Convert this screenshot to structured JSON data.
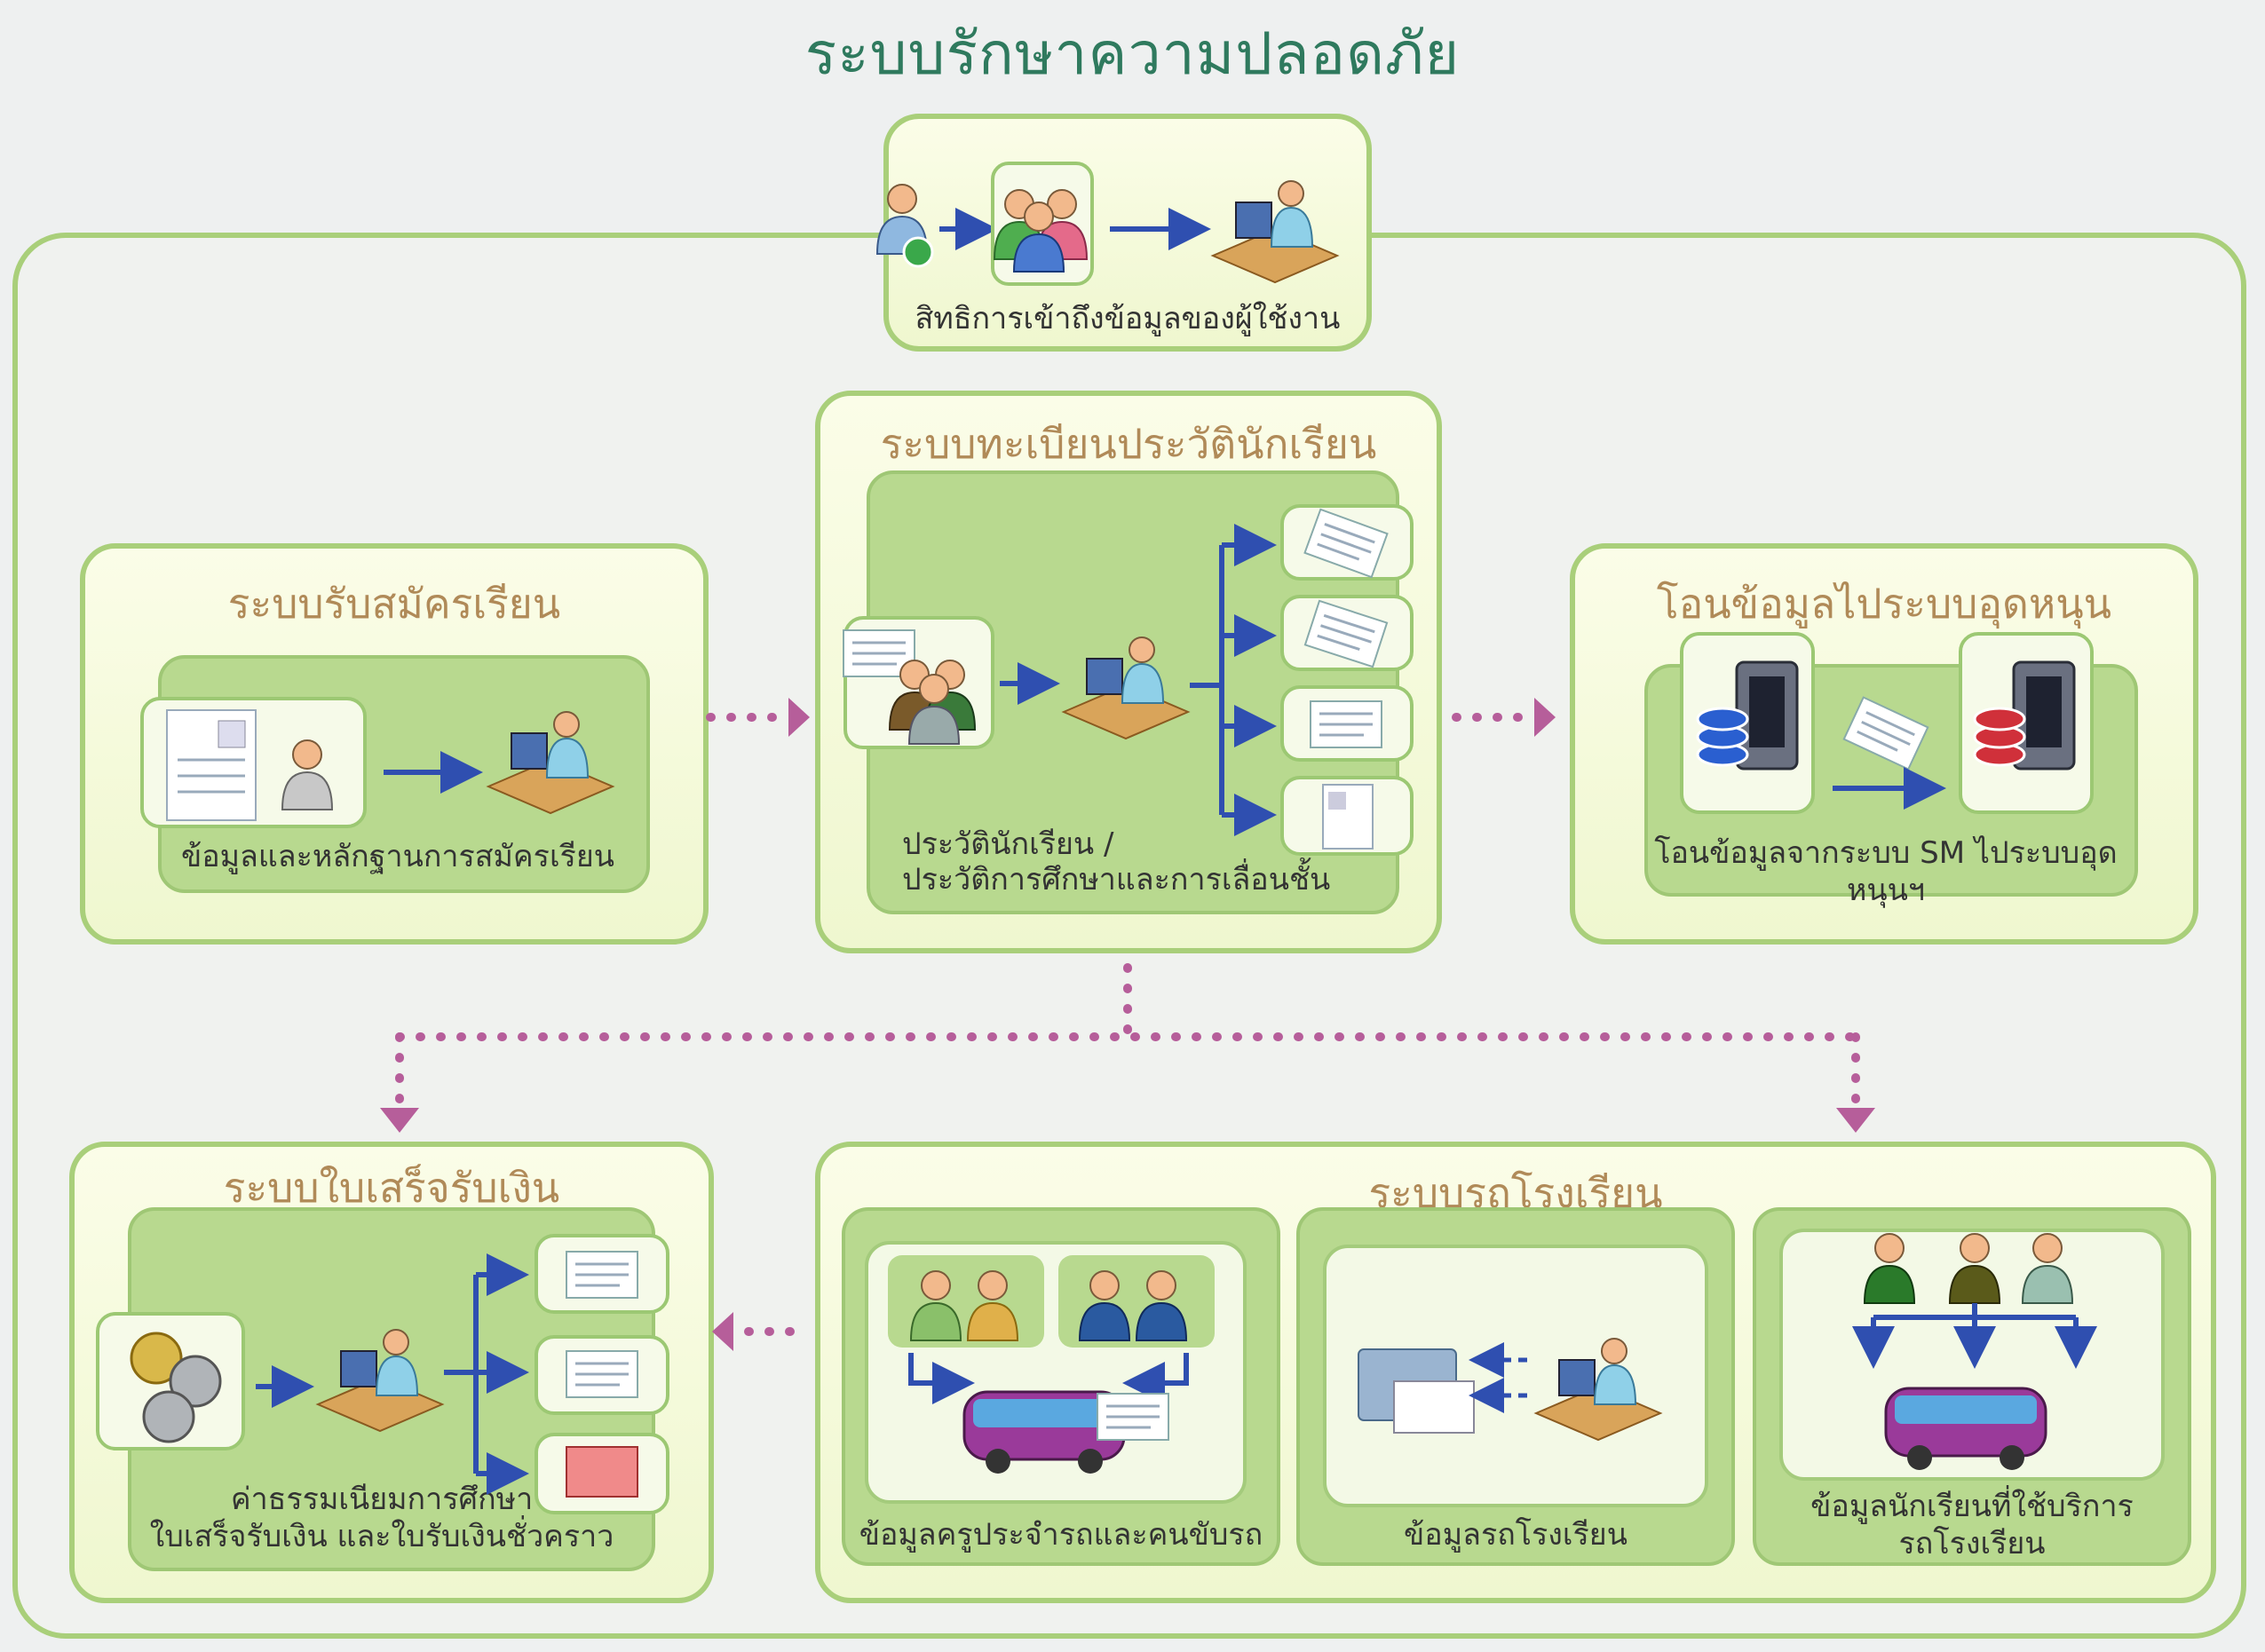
{
  "title": "ระบบรักษาความปลอดภัย",
  "access": {
    "caption": "สิทธิการเข้าถึงข้อมูลของผู้ใช้งาน"
  },
  "admission": {
    "title": "ระบบรับสมัครเรียน",
    "caption": "ข้อมูลและหลักฐานการสมัครเรียน"
  },
  "registry": {
    "title": "ระบบทะเบียนประวัตินักเรียน",
    "caption_line1": "ประวัตินักเรียน /",
    "caption_line2": "ประวัติการศึกษาและการเลื่อนชั้น"
  },
  "transfer": {
    "title": "โอนข้อมูลไประบบอุดหนุน",
    "caption": "โอนข้อมูลจากระบบ SM ไประบบอุดหนุนฯ"
  },
  "receipt": {
    "title": "ระบบใบเสร็จรับเงิน",
    "caption_line1": "ค่าธรรมเนียมการศึกษา",
    "caption_line2": "ใบเสร็จรับเงิน และใบรับเงินชั่วคราว"
  },
  "bus": {
    "title": "ระบบรถโรงเรียน",
    "staff_caption": "ข้อมูลครูประจำรถและคนขับรถ",
    "vehicle_caption": "ข้อมูลรถโรงเรียน",
    "students_caption_line1": "ข้อมูลนักเรียนที่ใช้บริการ",
    "students_caption_line2": "รถโรงเรียน"
  },
  "colors": {
    "panel_border": "#a9cf7a",
    "title_green": "#2f7a5e",
    "panel_title": "#b08a58",
    "arrow_blue": "#2f4fb0",
    "dotted_arrow": "#b65e9a"
  }
}
